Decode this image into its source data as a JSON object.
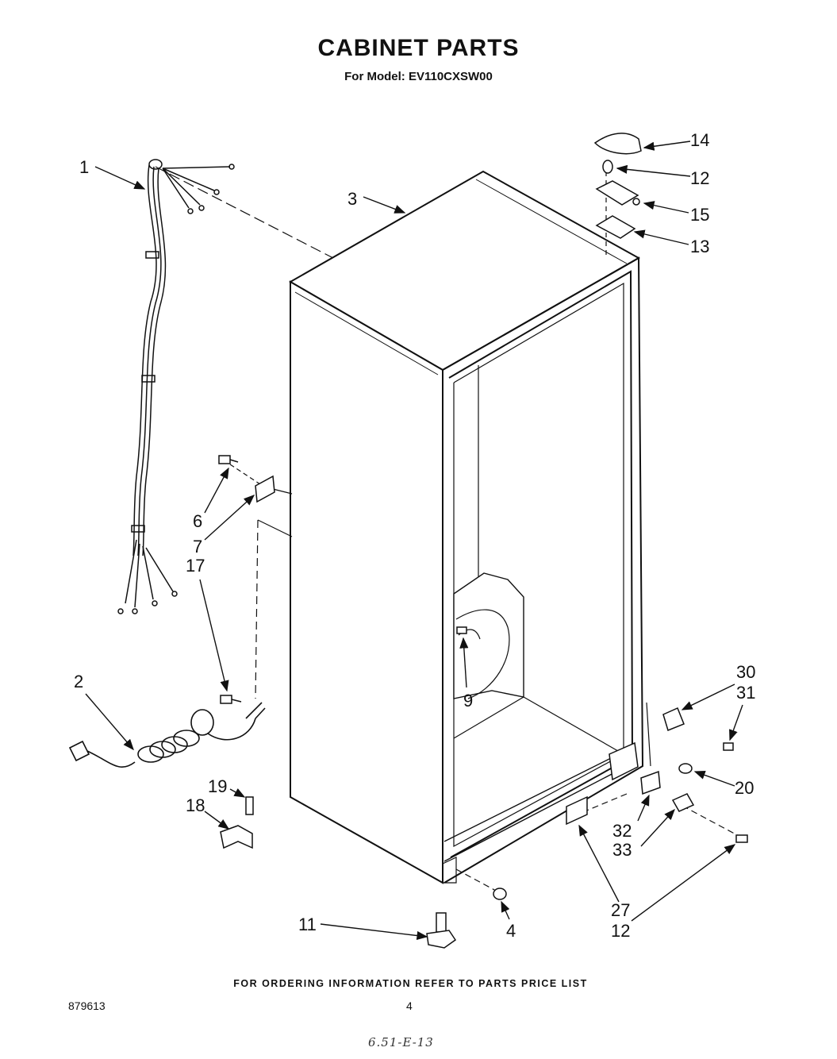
{
  "title": "CABINET PARTS",
  "subtitle": "For Model: EV110CXSW00",
  "footer_note": "FOR ORDERING INFORMATION REFER TO PARTS PRICE LIST",
  "doc_number": "879613",
  "page_number": "4",
  "handwritten_note": "6.51-E-13",
  "callouts": {
    "c1": "1",
    "c2": "2",
    "c3": "3",
    "c4": "4",
    "c6": "6",
    "c7": "7",
    "c9": "9",
    "c11": "11",
    "c12_top": "12",
    "c12_bottom": "12",
    "c13": "13",
    "c14": "14",
    "c15": "15",
    "c17": "17",
    "c18": "18",
    "c19": "19",
    "c20": "20",
    "c27": "27",
    "c30": "30",
    "c31": "31",
    "c32": "32",
    "c33": "33"
  }
}
